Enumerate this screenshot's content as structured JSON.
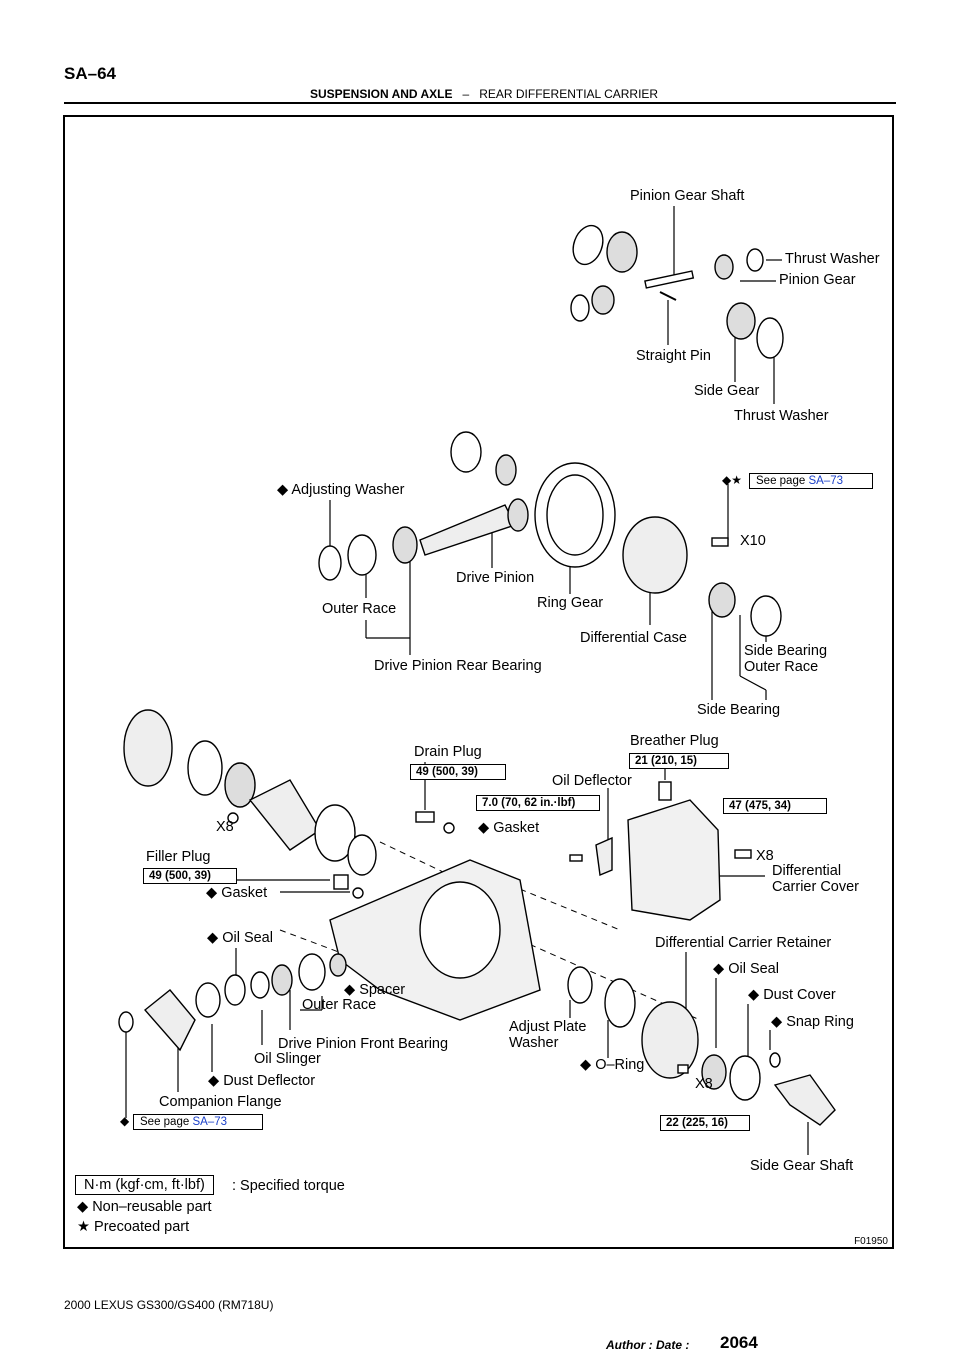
{
  "header": {
    "page_code": "SA–64",
    "section": "SUSPENSION AND AXLE",
    "separator": "–",
    "subsection": "REAR DIFFERENTIAL CARRIER"
  },
  "labels": {
    "pinion_gear_shaft": "Pinion Gear Shaft",
    "thrust_washer_top": "Thrust Washer",
    "pinion_gear": "Pinion Gear",
    "straight_pin": "Straight Pin",
    "side_gear": "Side Gear",
    "thrust_washer_bottom": "Thrust Washer",
    "adjusting_washer": "Adjusting Washer",
    "x10": "X10",
    "drive_pinion": "Drive Pinion",
    "ring_gear": "Ring Gear",
    "outer_race_rear": "Outer Race",
    "differential_case": "Differential Case",
    "side_bearing_outer_race_1": "Side Bearing",
    "side_bearing_outer_race_2": "Outer Race",
    "drive_pinion_rear_bearing": "Drive Pinion Rear Bearing",
    "side_bearing": "Side Bearing",
    "breather_plug": "Breather Plug",
    "drain_plug": "Drain Plug",
    "oil_deflector": "Oil Deflector",
    "x8_left": "X8",
    "gasket_drain": "Gasket",
    "x8_cover": "X8",
    "diff_carrier_cover_1": "Differential",
    "diff_carrier_cover_2": "Carrier Cover",
    "filler_plug": "Filler Plug",
    "gasket_filler": "Gasket",
    "oil_seal_front": "Oil Seal",
    "differential_carrier_retainer": "Differential Carrier Retainer",
    "oil_seal_side": "Oil Seal",
    "spacer": "Spacer",
    "dust_cover": "Dust Cover",
    "outer_race_front": "Outer Race",
    "snap_ring": "Snap Ring",
    "adjust_plate_washer_1": "Adjust  Plate",
    "adjust_plate_washer_2": "Washer",
    "drive_pinion_front_bearing": "Drive Pinion Front Bearing",
    "oil_slinger": "Oil Slinger",
    "o_ring": "O–Ring",
    "dust_deflector": "Dust Deflector",
    "x8_retainer": "X8",
    "companion_flange": "Companion Flange",
    "side_gear_shaft": "Side Gear Shaft"
  },
  "torques": {
    "drain_plug": "49 (500, 39)",
    "breather_plug": "21 (210, 15)",
    "oil_deflector": "7.0 (70, 62 in.·lbf)",
    "cover_bolt": "47 (475, 34)",
    "filler_plug": "49 (500, 39)",
    "retainer_bolt": "22 (225, 16)"
  },
  "see_page": {
    "prefix": "See page",
    "ref_top": "SA–73",
    "ref_bottom": "SA–73"
  },
  "symbols": {
    "non_reusable": "◆",
    "precoated": "★"
  },
  "legend": {
    "torque_unit": "N·m (kgf·cm, ft·lbf)",
    "torque_desc": ": Specified torque",
    "non_reusable": "Non–reusable part",
    "precoated": "Precoated part"
  },
  "figure_id": "F01950",
  "footer": {
    "model": "2000 LEXUS GS300/GS400   (RM718U)",
    "page_number": "2064",
    "author_date": "Author :                           Date :"
  }
}
